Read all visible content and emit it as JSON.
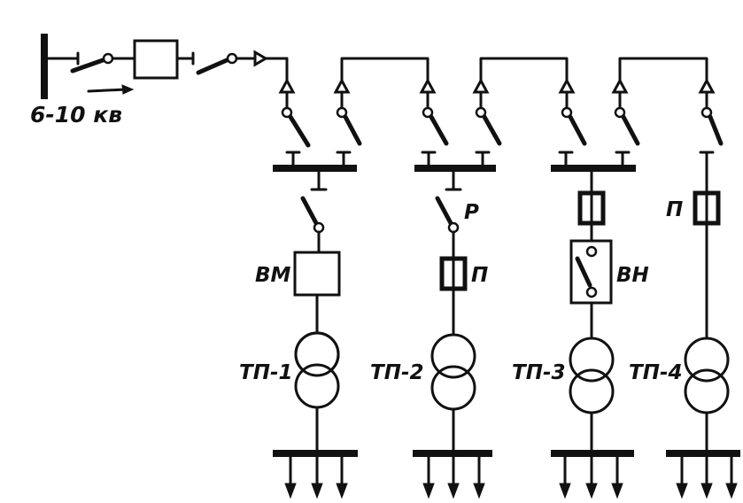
{
  "labels": {
    "voltage": "6-10 кв",
    "vm": "ВМ",
    "r": "Р",
    "p2": "П",
    "vn": "ВН",
    "p4": "П",
    "tp1": "ТП-1",
    "tp2": "ТП-2",
    "tp3": "ТП-3",
    "tp4": "ТП-4"
  }
}
